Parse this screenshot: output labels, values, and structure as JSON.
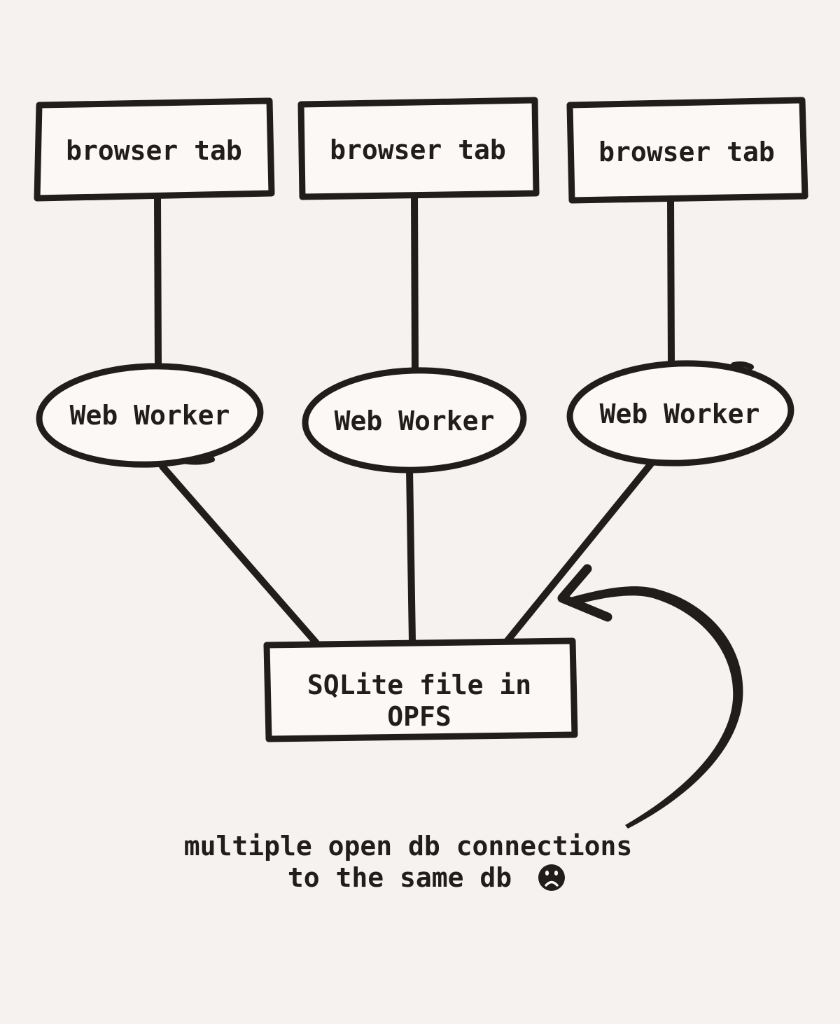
{
  "colors": {
    "background": "#f6f2ef",
    "ink": "#211d1a",
    "node_fill": "#fbf8f6"
  },
  "nodes": {
    "browser_tabs": [
      {
        "label": "browser tab"
      },
      {
        "label": "browser tab"
      },
      {
        "label": "browser tab"
      }
    ],
    "web_workers": [
      {
        "label": "Web Worker"
      },
      {
        "label": "Web Worker"
      },
      {
        "label": "Web Worker"
      }
    ],
    "database": {
      "line1": "SQLite file in",
      "line2": "OPFS"
    }
  },
  "caption": {
    "line1": "multiple open db connections",
    "line2": "to the same db",
    "emoji": "frowning-face"
  }
}
